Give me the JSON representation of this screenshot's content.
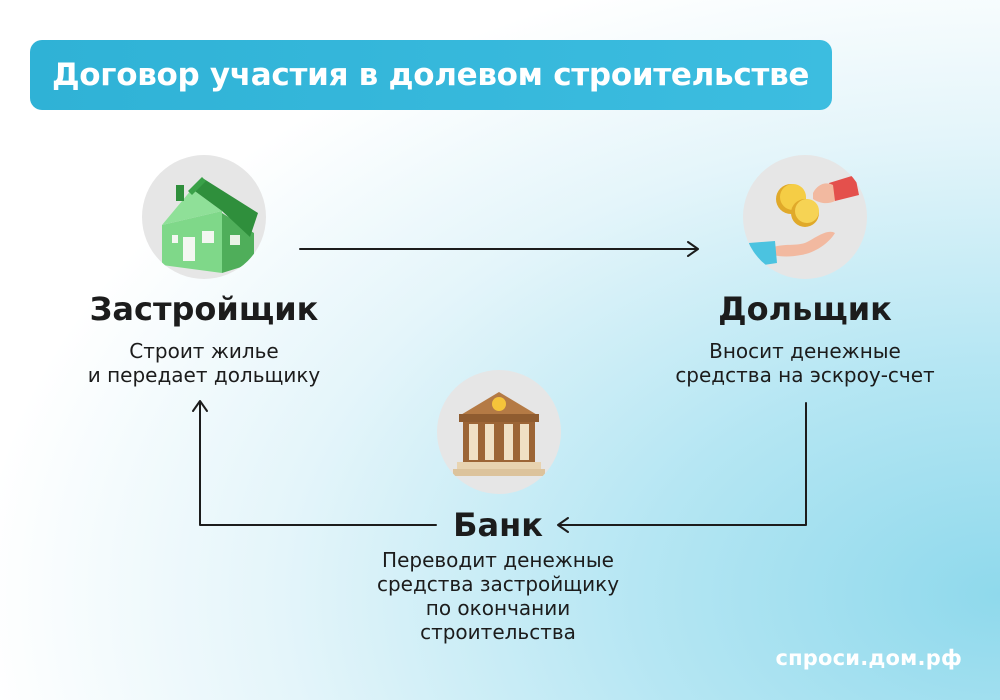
{
  "title": "Договор участия в долевом строительстве",
  "nodes": {
    "developer": {
      "title": "Застройщик",
      "desc": [
        "Строит жилье",
        "и передает дольщику"
      ],
      "icon": "house-icon"
    },
    "shareholder": {
      "title": "Дольщик",
      "desc": [
        "Вносит денежные",
        "средства на эскроу-счет"
      ],
      "icon": "coins-hands-icon"
    },
    "bank": {
      "title": "Банк",
      "desc": [
        "Переводит денежные",
        "средства застройщику",
        "по окончании",
        "строительства"
      ],
      "icon": "bank-building-icon"
    }
  },
  "brand": "спроси.дом.рф",
  "colors": {
    "banner": "#2fb2d6",
    "house": "#6fcf7a",
    "roof": "#2f8f3c",
    "coin": "#f2c53a",
    "bank": "#a8703f"
  }
}
